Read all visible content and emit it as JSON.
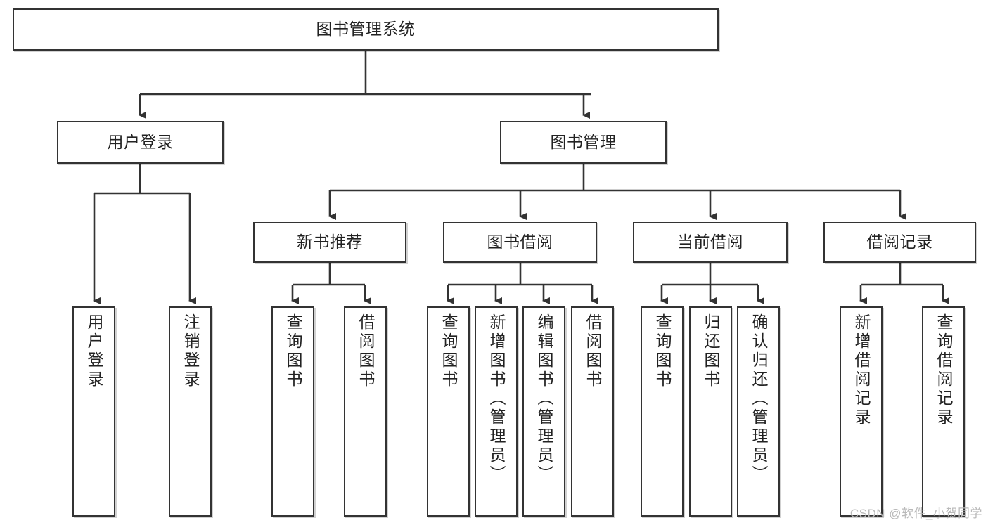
{
  "diagram": {
    "title": "图书管理系统",
    "type": "tree-hierarchy-diagram",
    "colors": {
      "box_border": "#333333",
      "box_fill": "#ffffff",
      "connector": "#333333",
      "text": "#222222",
      "watermark": "#b9b9b9"
    },
    "levels": {
      "level1": [
        {
          "id": "root",
          "label": "图书管理系统",
          "orientation": "horizontal"
        }
      ],
      "level2": [
        {
          "id": "user-login",
          "label": "用户登录",
          "orientation": "horizontal"
        },
        {
          "id": "book-management",
          "label": "图书管理",
          "orientation": "horizontal"
        }
      ],
      "level3": [
        {
          "id": "new-book-recommend",
          "label": "新书推荐",
          "orientation": "horizontal"
        },
        {
          "id": "book-borrow",
          "label": "图书借阅",
          "orientation": "horizontal"
        },
        {
          "id": "current-borrow",
          "label": "当前借阅",
          "orientation": "horizontal"
        },
        {
          "id": "borrow-record",
          "label": "借阅记录",
          "orientation": "horizontal"
        }
      ],
      "level4": [
        {
          "id": "leaf-user-login",
          "label": "用户登录",
          "parent": "user-login",
          "orientation": "vertical"
        },
        {
          "id": "leaf-logout-login",
          "label": "注销登录",
          "parent": "user-login",
          "orientation": "vertical"
        },
        {
          "id": "leaf-query-book-1",
          "label": "查询图书",
          "parent": "new-book-recommend",
          "orientation": "vertical"
        },
        {
          "id": "leaf-borrow-book-1",
          "label": "借阅图书",
          "parent": "new-book-recommend",
          "orientation": "vertical"
        },
        {
          "id": "leaf-query-book-2",
          "label": "查询图书",
          "parent": "book-borrow",
          "orientation": "vertical"
        },
        {
          "id": "leaf-add-book",
          "label": "新增图书（管理员）",
          "parent": "book-borrow",
          "orientation": "vertical"
        },
        {
          "id": "leaf-edit-book",
          "label": "编辑图书（管理员）",
          "parent": "book-borrow",
          "orientation": "vertical"
        },
        {
          "id": "leaf-borrow-book-2",
          "label": "借阅图书",
          "parent": "book-borrow",
          "orientation": "vertical"
        },
        {
          "id": "leaf-query-book-3",
          "label": "查询图书",
          "parent": "current-borrow",
          "orientation": "vertical"
        },
        {
          "id": "leaf-return-book",
          "label": "归还图书",
          "parent": "current-borrow",
          "orientation": "vertical"
        },
        {
          "id": "leaf-confirm-return",
          "label": "确认归还（管理员）",
          "parent": "current-borrow",
          "orientation": "vertical"
        },
        {
          "id": "leaf-add-record",
          "label": "新增借阅记录",
          "parent": "borrow-record",
          "orientation": "vertical"
        },
        {
          "id": "leaf-query-record",
          "label": "查询借阅记录",
          "parent": "borrow-record",
          "orientation": "vertical"
        }
      ]
    },
    "watermark": "CSDN @软件_小贺同学"
  }
}
